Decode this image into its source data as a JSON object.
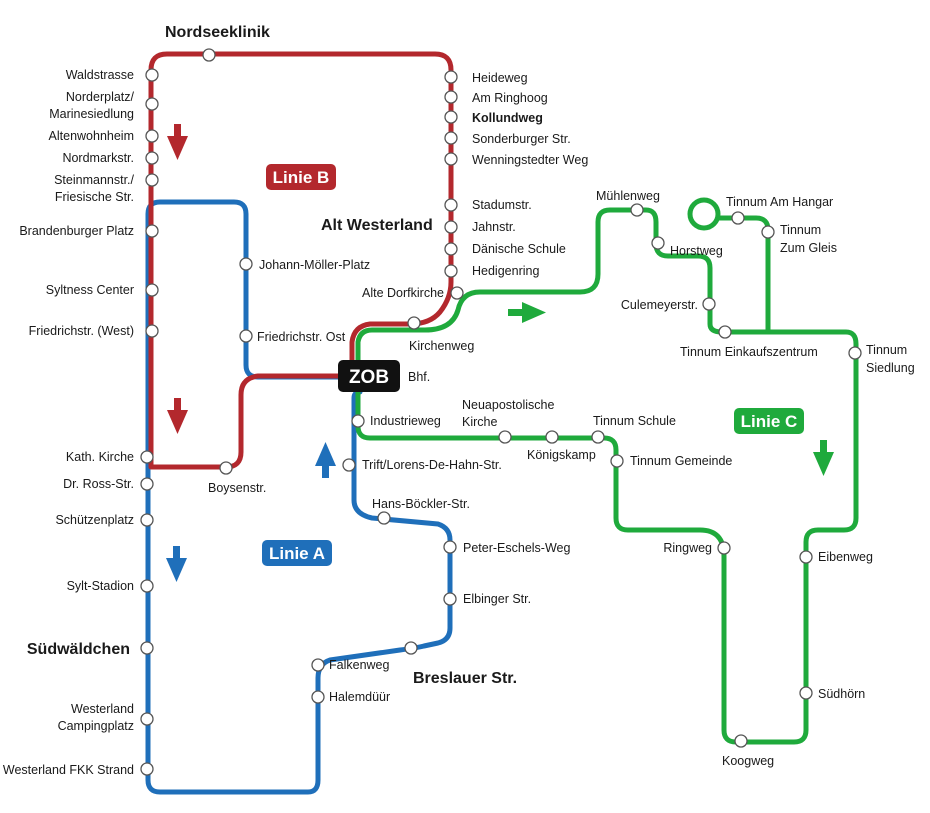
{
  "colors": {
    "linie_a": "#1f6fba",
    "linie_b": "#b3282d",
    "linie_c": "#1faa3c",
    "zob_bg": "#111111"
  },
  "lines": {
    "a": {
      "label": "Linie A"
    },
    "b": {
      "label": "Linie B"
    },
    "c": {
      "label": "Linie C"
    }
  },
  "hub": {
    "label": "ZOB",
    "sublabel": "Bhf."
  },
  "areas": {
    "nordseeklinik": "Nordseeklinik",
    "alt_westerland": "Alt Westerland",
    "suedwaeldchen": "Südwäldchen",
    "breslauer": "Breslauer Str."
  },
  "stops": {
    "waldstrasse": "Waldstrasse",
    "norderplatz_1": "Norderplatz/",
    "norderplatz_2": "Marinesiedlung",
    "altenwohnheim": "Altenwohnheim",
    "nordmarkstr": "Nordmarkstr.",
    "steinmannstr_1": "Steinmannstr./",
    "steinmannstr_2": "Friesische Str.",
    "brandenburger": "Brandenburger Platz",
    "syltness": "Syltness Center",
    "friedrichstr_west": "Friedrichstr. (West)",
    "kath_kirche": "Kath. Kirche",
    "dr_ross": "Dr. Ross-Str.",
    "schuetzenplatz": "Schützenplatz",
    "sylt_stadion": "Sylt-Stadion",
    "camping_1": "Westerland",
    "camping_2": "Campingplatz",
    "fkk": "Westerland FKK Strand",
    "heideweg": "Heideweg",
    "am_ringhoog": "Am Ringhoog",
    "kollundweg": "Kollundweg",
    "sonderburger": "Sonderburger Str.",
    "wenningstedter": "Wenningstedter Weg",
    "stadumstr": "Stadumstr.",
    "jahnstr": "Jahnstr.",
    "daenische_schule": "Dänische Schule",
    "hedigenring": "Hedigenring",
    "alte_dorfkirche": "Alte Dorfkirche",
    "kirchenweg": "Kirchenweg",
    "johann_moeller": "Johann-Möller-Platz",
    "friedrichstr_ost": "Friedrichstr. Ost",
    "boysenstr": "Boysenstr.",
    "industrieweg": "Industrieweg",
    "trift": "Trift/Lorens-De-Hahn-Str.",
    "hans_boeckler": "Hans-Böckler-Str.",
    "peter_eschels": "Peter-Eschels-Weg",
    "elbinger": "Elbinger Str.",
    "falkenweg": "Falkenweg",
    "halemduur": "Halemdüür",
    "muehlenweg": "Mühlenweg",
    "horstweg": "Horstweg",
    "culemeyerstr": "Culemeyerstr.",
    "tinnum_hangar": "Tinnum Am Hangar",
    "tinnum_gleis_1": "Tinnum",
    "tinnum_gleis_2": "Zum Gleis",
    "tinnum_ez": "Tinnum Einkaufszentrum",
    "tinnum_siedlung_1": "Tinnum",
    "tinnum_siedlung_2": "Siedlung",
    "neuapost_1": "Neuapostolische",
    "neuapost_2": "Kirche",
    "koenigskamp": "Königskamp",
    "tinnum_schule": "Tinnum Schule",
    "tinnum_gemeinde": "Tinnum Gemeinde",
    "ringweg": "Ringweg",
    "eibenweg": "Eibenweg",
    "suedhoern": "Südhörn",
    "koogweg": "Koogweg"
  }
}
